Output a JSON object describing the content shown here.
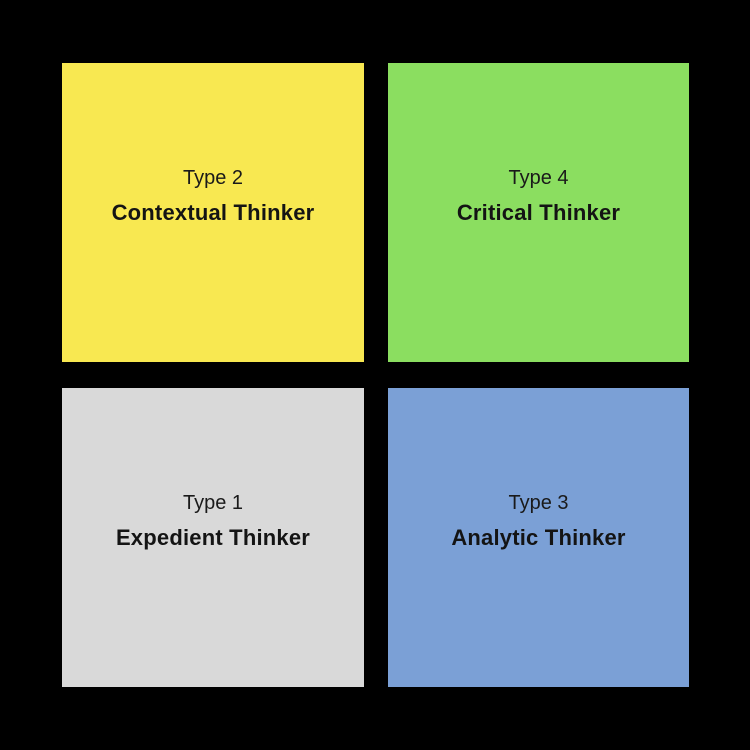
{
  "background_color": "#000000",
  "text_color": "#1a1a1a",
  "quadrants": [
    {
      "position": "top-left",
      "type_label": "Type 2",
      "title": "Contextual Thinker",
      "color": "#F8E851"
    },
    {
      "position": "top-right",
      "type_label": "Type 4",
      "title": "Critical Thinker",
      "color": "#8BDE60"
    },
    {
      "position": "bottom-left",
      "type_label": "Type 1",
      "title": "Expedient Thinker",
      "color": "#D9D9D9"
    },
    {
      "position": "bottom-right",
      "type_label": "Type 3",
      "title": "Analytic Thinker",
      "color": "#7BA0D6"
    }
  ]
}
